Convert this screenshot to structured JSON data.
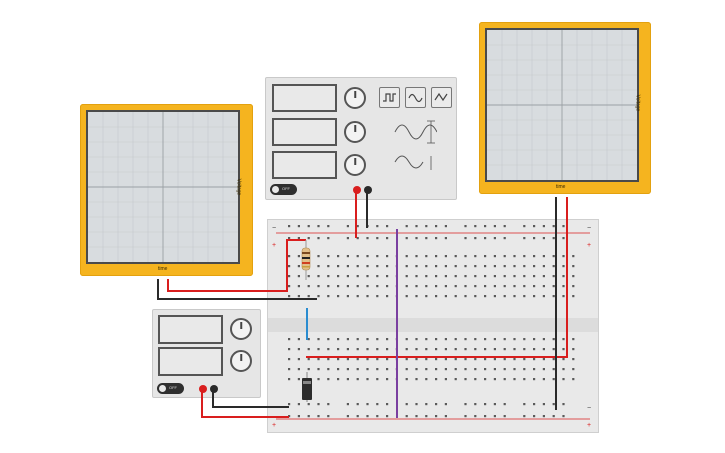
{
  "oscilloscope_left": {
    "axis_y": "Voltage",
    "axis_x": "time"
  },
  "oscilloscope_right": {
    "axis_y": "Voltage",
    "axis_x": "time"
  },
  "function_generator": {
    "power_label": "OFF"
  },
  "power_supply": {
    "power_label": "OFF"
  },
  "colors": {
    "frame": "#f5b41f",
    "wire_red": "#d91e1e",
    "wire_black": "#2a2a2a",
    "wire_purple": "#7a3fa0",
    "wire_blue": "#2a8cd0"
  }
}
